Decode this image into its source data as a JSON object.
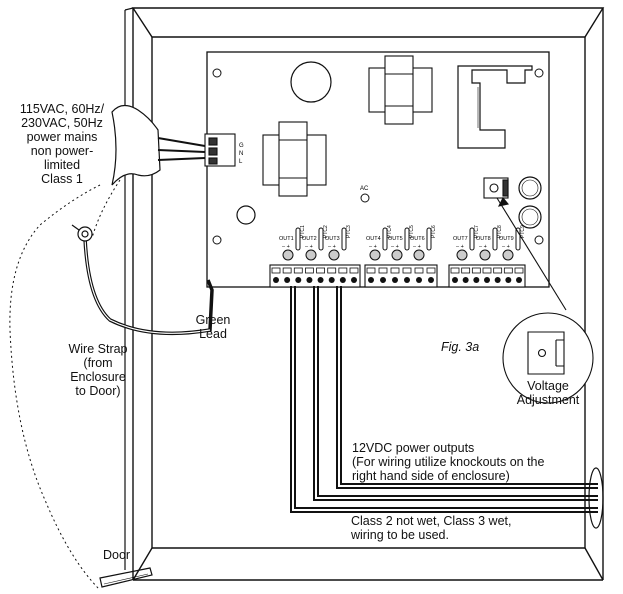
{
  "mains": {
    "line1": "115VAC, 60Hz/",
    "line2": "230VAC, 50Hz",
    "line3": "power mains",
    "line4": "non power-",
    "line5": "limited",
    "line6": "Class 1"
  },
  "wire_strap": {
    "line1": "Wire Strap",
    "line2": "(from",
    "line3": "Enclosure",
    "line4": "to Door)"
  },
  "green_lead": {
    "line1": "Green",
    "line2": "Lead"
  },
  "door_label": "Door",
  "fig_label": "Fig. 3a",
  "voltage_adjustment": {
    "line1": "Voltage",
    "line2": "Adjustment"
  },
  "outputs_note": {
    "line1": "12VDC power outputs",
    "line2": "(For wiring utilize knockouts on the",
    "line3": "right hand side of enclosure)"
  },
  "class_note": {
    "line1": "Class 2 not wet, Class 3 wet,",
    "line2": "wiring to be used."
  },
  "board": {
    "ac_label": "AC",
    "connector_pins": [
      "G",
      "N",
      "L"
    ],
    "output_labels": [
      "OUT1",
      "OUT2",
      "OUT3",
      "OUT4",
      "OUT5",
      "OUT6",
      "OUT7",
      "OUT8",
      "OUT9"
    ],
    "ptc_labels": [
      "PTC1",
      "PTC2",
      "PTC3",
      "PTC4",
      "PTC5",
      "PTC6",
      "PTC7",
      "PTC8",
      "PTC9"
    ]
  }
}
